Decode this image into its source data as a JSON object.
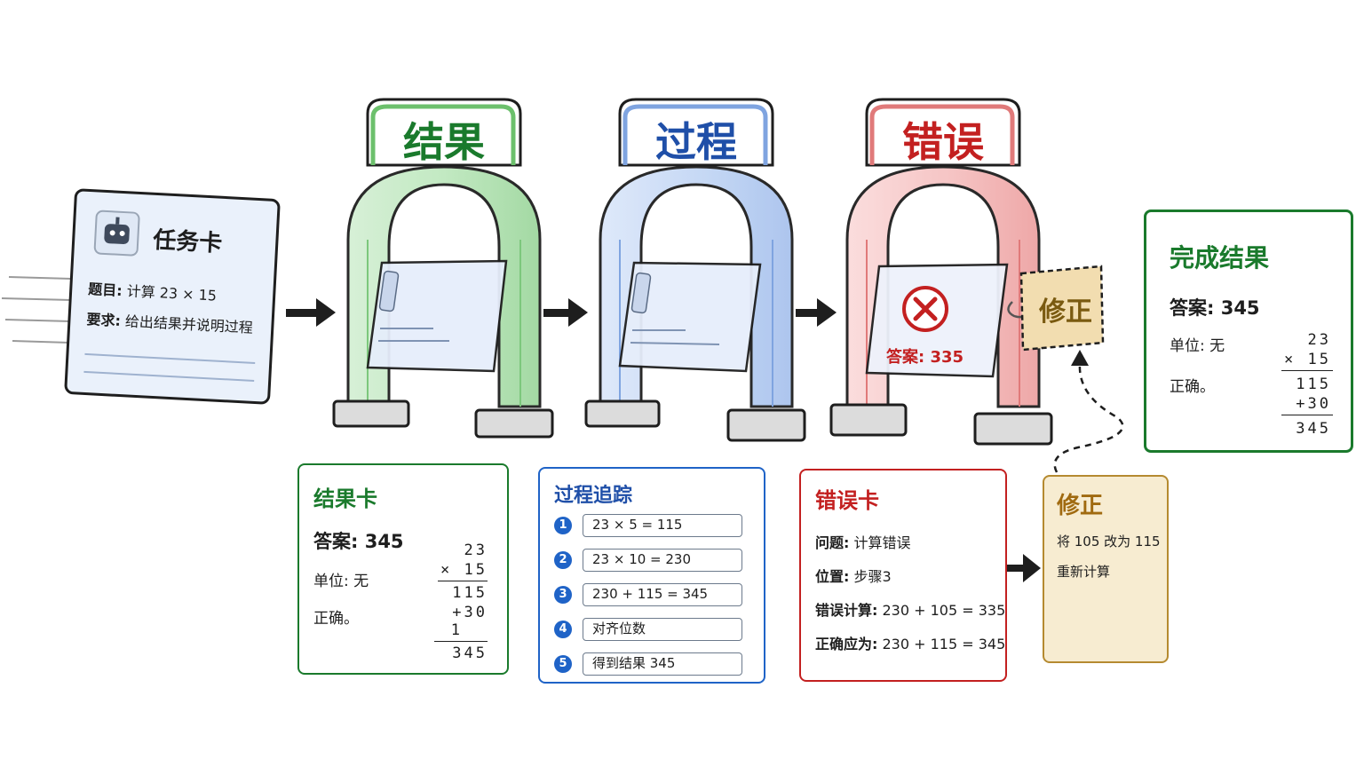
{
  "task_card": {
    "title": "任务卡",
    "icon": "robot-icon",
    "topic_label": "题目:",
    "topic_value": "计算 23 × 15",
    "req_label": "要求:",
    "req_value": "给出结果并说明过程"
  },
  "gates": [
    {
      "label": "结果",
      "color": "#1a7a2c"
    },
    {
      "label": "过程",
      "color": "#1f4fa8"
    },
    {
      "label": "错误",
      "color": "#c32020"
    }
  ],
  "wrong_answer": "答案: 335",
  "fix_tag": "修正",
  "final_card": {
    "title": "完成结果",
    "answer": "答案: 345",
    "unit": "单位: 无",
    "correct": "正确。",
    "calc": [
      "23",
      "× 15",
      "115",
      "+30",
      "345"
    ]
  },
  "result_card": {
    "title": "结果卡",
    "answer": "答案: 345",
    "unit": "单位: 无",
    "correct": "正确。",
    "calc": [
      "23",
      "× 15",
      "115",
      "+30",
      "1",
      "345"
    ]
  },
  "trace_card": {
    "title": "过程追踪",
    "steps": [
      {
        "n": "1",
        "text": "23 × 5 = 115"
      },
      {
        "n": "2",
        "text": "23 × 10 = 230"
      },
      {
        "n": "3",
        "text": "230 + 115 = 345"
      },
      {
        "n": "4",
        "text": "对齐位数"
      },
      {
        "n": "5",
        "text": "得到结果 345"
      }
    ]
  },
  "error_card": {
    "title": "错误卡",
    "issue_label": "问题:",
    "issue_value": "计算错误",
    "pos_label": "位置:",
    "pos_value": "步骤3",
    "wrong_label": "错误计算:",
    "wrong_value": "230 + 105 = 335",
    "right_label": "正确应为:",
    "right_value": "230 + 115 = 345"
  },
  "fix_card": {
    "title": "修正",
    "line1": "将 105 改为 115",
    "line2": "重新计算"
  },
  "colors": {
    "green": "#1a7a2c",
    "blue": "#1f4fa8",
    "red": "#c32020",
    "amber": "#a06a10"
  }
}
